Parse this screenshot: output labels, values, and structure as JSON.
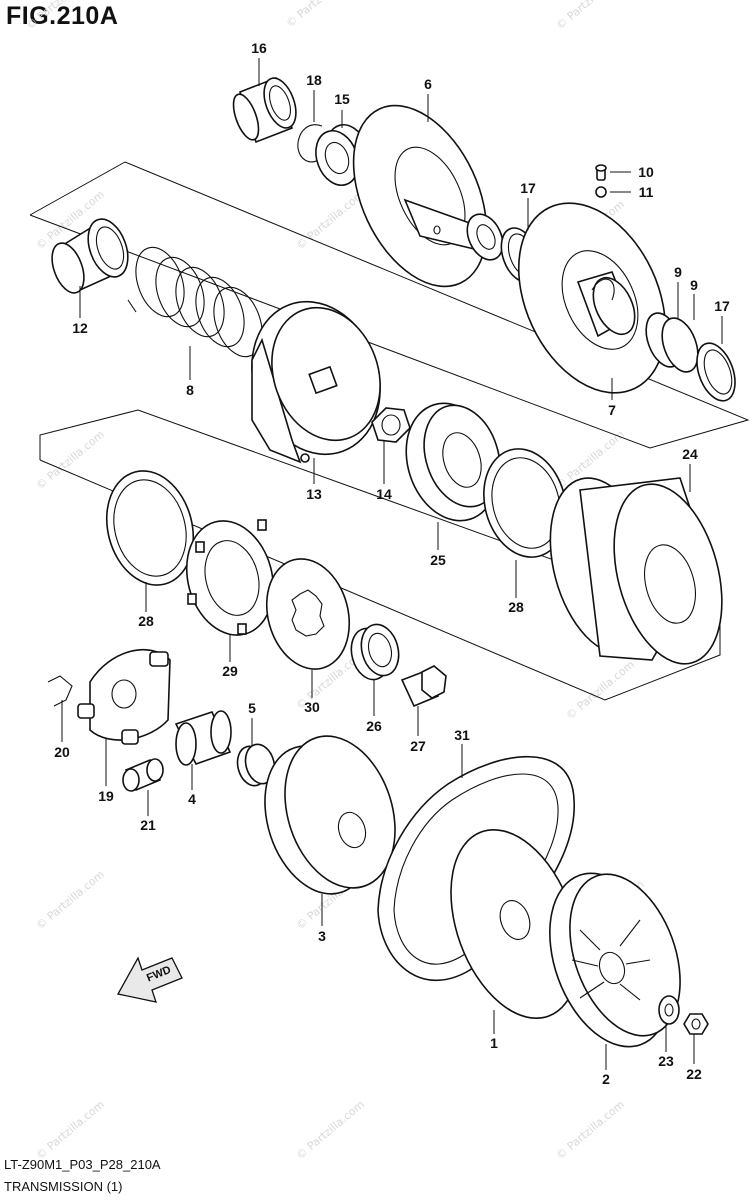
{
  "header": {
    "fig_title": "FIG.210A"
  },
  "footer": {
    "code": "LT-Z90M1_P03_P28_210A",
    "section": "TRANSMISSION (1)"
  },
  "direction_arrow": {
    "label": "FWD"
  },
  "part_labels": {
    "p1": "1",
    "p2": "2",
    "p3": "3",
    "p4": "4",
    "p5": "5",
    "p6": "6",
    "p7": "7",
    "p8": "8",
    "p9a": "9",
    "p9b": "9",
    "p10": "10",
    "p11": "11",
    "p12": "12",
    "p13": "13",
    "p14": "14",
    "p15": "15",
    "p16": "16",
    "p17a": "17",
    "p17b": "17",
    "p18": "18",
    "p19": "19",
    "p20": "20",
    "p21": "21",
    "p22": "22",
    "p23": "23",
    "p24": "24",
    "p25": "25",
    "p26": "26",
    "p27": "27",
    "p28a": "28",
    "p28b": "28",
    "p29": "29",
    "p30": "30",
    "p31": "31"
  },
  "watermark": "© Partzilla.com"
}
